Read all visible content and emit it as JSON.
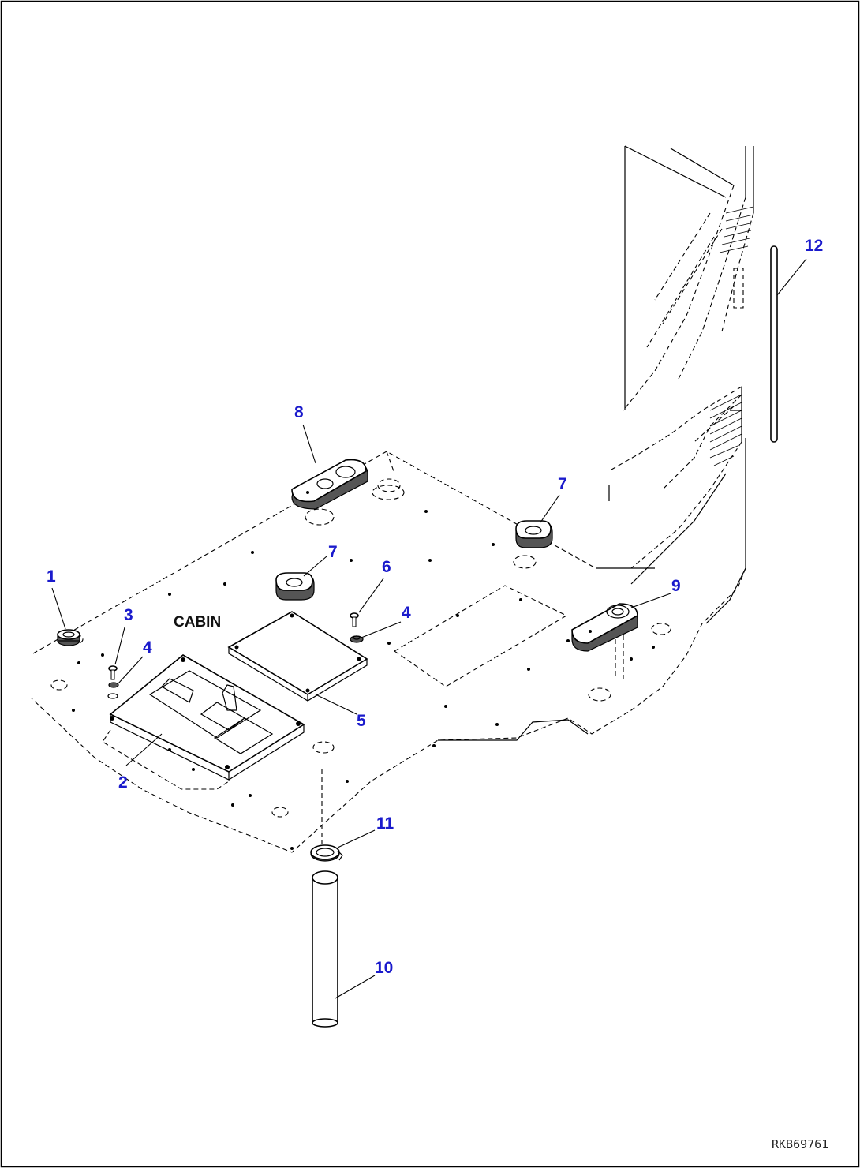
{
  "diagram": {
    "area_label": "CABIN",
    "reference_code": "RKB69761",
    "callouts": [
      "1",
      "2",
      "3",
      "4",
      "4",
      "5",
      "6",
      "7",
      "7",
      "8",
      "9",
      "10",
      "11",
      "12"
    ],
    "colors": {
      "callout": "#1a1acc",
      "line": "#000000",
      "background": "#ffffff"
    }
  }
}
